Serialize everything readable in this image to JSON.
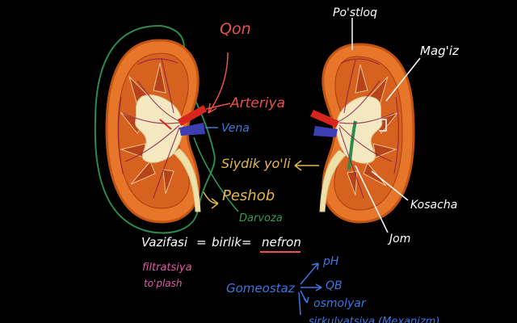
{
  "labels": {
    "qon": "Qon",
    "arteriya": "Arteriya",
    "vena": "Vena",
    "siydik_yoli": "Siydik yo'li",
    "peshob": "Peshob",
    "darvoza": "Darvoza",
    "postloq": "Po'stloq",
    "magiz": "Mag'iz",
    "kosacha": "Kosacha",
    "jom": "Jom"
  },
  "notes": {
    "vazifasi": "Vazifasi",
    "equals": "=",
    "birlik": "birlik=",
    "nefron": "nefron",
    "filtratsiya": "filtratsiya",
    "toplash": "to'plash",
    "gomeostaz": "Gomeostaz",
    "ph": "pH",
    "qb": "QB",
    "osmolyar": "osmolyar",
    "partial_line": "sirkulyatsiya (Mexanizm)"
  },
  "colors": {
    "background": "#000000",
    "cortex": "#e8762a",
    "cortex_dark": "#c25512",
    "medulla": "#d7611f",
    "pelvis": "#f3e8bf",
    "artery": "#d7261e",
    "vein": "#3b3fb2",
    "qon_text": "#e8524a",
    "vena_text": "#3d7ad6",
    "yellow_text": "#e6b84a",
    "green_text": "#2e9e5c",
    "white_text": "#ffffff",
    "pink_text": "#e05aa6",
    "blue_text": "#3b77e0"
  }
}
